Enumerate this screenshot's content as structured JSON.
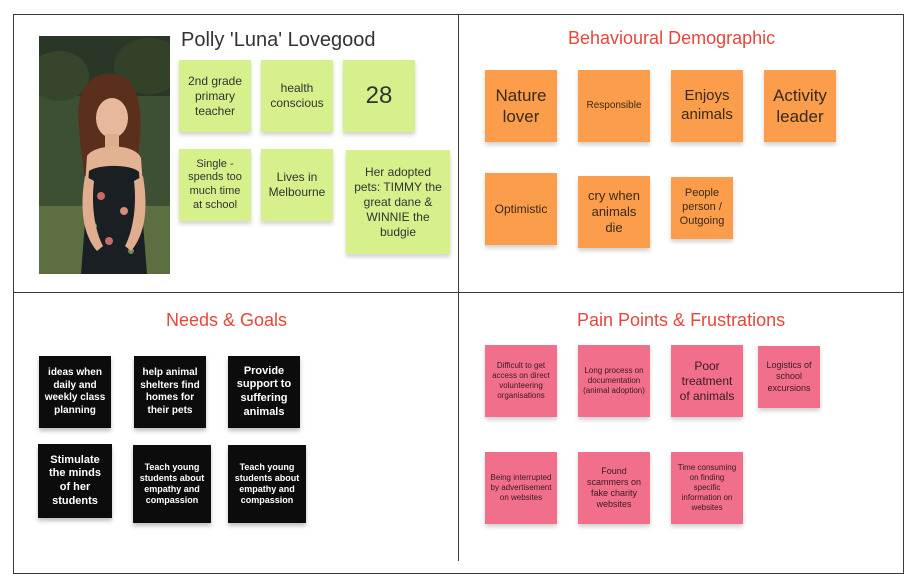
{
  "persona": {
    "name": "Polly 'Luna' Lovegood",
    "notes": [
      "2nd grade primary teacher",
      "health conscious",
      "28",
      "Single - spends too much time at school",
      "Lives in Melbourne",
      "Her adopted pets: TIMMY the great dane & WINNIE the budgie"
    ]
  },
  "behavioural": {
    "title": "Behavioural Demographic",
    "notes": [
      "Nature lover",
      "Responsible",
      "Enjoys animals",
      "Activity leader",
      "Optimistic",
      "cry when animals die",
      "People person / Outgoing"
    ]
  },
  "needs": {
    "title": "Needs & Goals",
    "notes": [
      "ideas when daily and weekly class planning",
      "help animal shelters find homes for their pets",
      "Provide support to suffering animals",
      "Stimulate the minds of her students",
      "Teach young students about empathy and compassion",
      "Teach young students about empathy and compassion"
    ]
  },
  "pain": {
    "title": "Pain Points & Frustrations",
    "notes": [
      "Difficult to get access on direct volunteering organisations",
      "Long process on documentation (animal adoption)",
      "Poor treatment of animals",
      "Logistics of school excursions",
      "Being interrupted by advertisement on websites",
      "Found scammers on fake charity websites",
      "Time consuming on finding specific information on websites"
    ]
  },
  "colors": {
    "title": "#e8463a",
    "green_note": "#d6f18c",
    "orange_note": "#fb9d4a",
    "black_note": "#0c0c0c",
    "pink_note": "#f26f8b"
  }
}
